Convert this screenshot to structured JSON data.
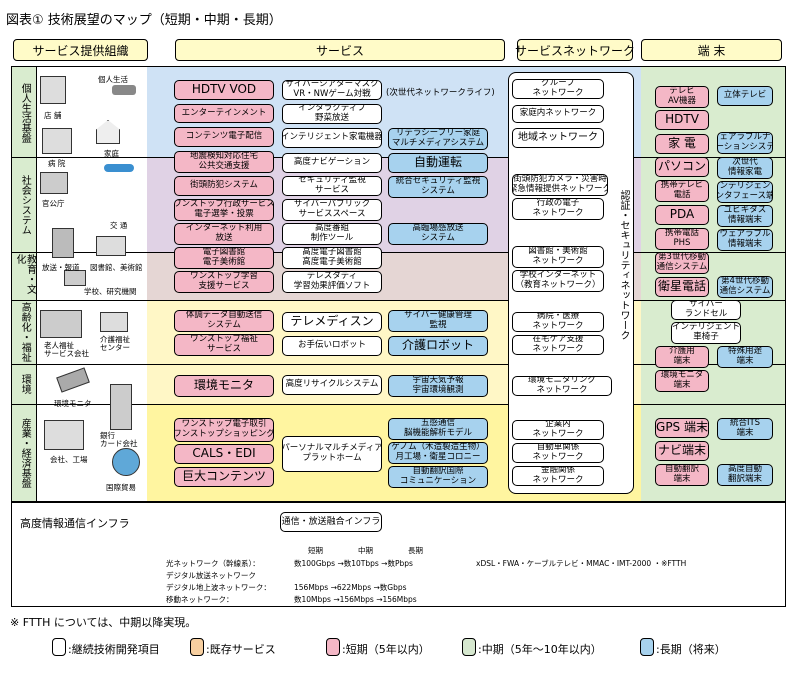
{
  "title": "図表① 技術展望のマップ（短期・中期・長期）",
  "headers": {
    "provider": "サービス提供組織",
    "services": "サービス",
    "network": "サービスネットワーク",
    "terminals": "端 末"
  },
  "rows": {
    "life": "個人生活基盤",
    "society": "社会システム",
    "education": "教育・文化",
    "aging": "高齢化・福祉",
    "env": "環境",
    "industry": "産業・経済基盤"
  },
  "providers": {
    "individual": "個人生活",
    "shop": "店 舗",
    "home": "家庭",
    "hospital": "病 院",
    "government": "官公庁",
    "traffic": "交 通",
    "broadcast": "放送・報道",
    "library": "図書館、美術館",
    "school": "学校、研究機関",
    "care_facility": "老人福祉\nサービス会社",
    "care_center": "介護福祉\nセンター",
    "env_monitor": "環境モニタ",
    "bank": "銀行\nカード会社",
    "company": "会社、工場",
    "international": "国際貿易"
  },
  "services": {
    "hdtv_vod": "HDTV VOD",
    "cyber_theater": "サイバーシアターマスク\nVR・NWゲーム対戦",
    "next_life": "(次世代ネットワークライフ)",
    "entertainment": "エンターテインメント",
    "interactive": "インタラクティブ\n野菜放送",
    "content_delivery": "コンテンツ電子配信",
    "intelligent_home": "インテリジェント家電機器",
    "barrier_free": "リテラシーフリー家庭\nマルチメディアシステム",
    "earthquake": "地震検知対応住宅\n公共交通支援",
    "advanced_nav": "高度ナビゲーション",
    "auto_drive": "自動運転",
    "street_info": "街頭防犯システム",
    "security_monitor": "セキュリティ監視\nサービス",
    "integrated_security": "統合セキュリティ監視\nシステム",
    "one_stop_admin": "ワンストップ行政サービス\n電子選挙・投票",
    "cyber_public": "サイバーパブリック\nサービススペース",
    "internet_broadcast": "インターネット利用\n放送",
    "hq_broadcast": "高度番組\n制作ツール",
    "hq_field": "高臨場感放送\nシステム",
    "e_library": "電子図書館\n電子美術館",
    "hq_e_library": "高度電子図書館\n高度電子美術館",
    "one_stop_learning": "ワンストップ学習\n支援サービス",
    "telestudy": "テレスタディ\n学習効果評価ソフト",
    "data_auto": "体調データ自動送信\nシステム",
    "telemedicine": "テレメディスン",
    "cyber_health": "サイバー健康管理\n監視",
    "one_stop_welfare": "ワンストップ福祉\nサービス",
    "helper_robot": "お手伝いロボット",
    "care_robot": "介護ロボット",
    "env_monitor_svc": "環境モニタ",
    "recycle": "高度リサイクルシステム",
    "space_obs": "宇宙天気予報\n宇宙環境観測",
    "one_stop_shop": "ワンストップ電子取引\nワンストップショッピング",
    "cals": "CALS・EDI",
    "personal_mm": "パーソナルマルチメディア\nプラットホーム",
    "five_senses": "五感通信\n脳機能解析モデル",
    "genome": "ゲノム（木造製造生物）\n月工場・衛星コロニー",
    "giant_content": "巨大コンテンツ",
    "auto_translate": "自動翻訳国際\nコミュニケーション"
  },
  "networks": {
    "group": "グループ\nネットワーク",
    "home_nw": "家庭内ネットワーク",
    "regional": "地域ネットワーク",
    "street_camera": "街頭防犯カメラ・災害時\n緊急情報提供ネットワーク",
    "admin_nw": "行政の電子\nネットワーク",
    "library_nw": "図書館・美術館\nネットワーク",
    "school_nw": "学校インターネット\n（教育ネットワーク）",
    "hospital_nw": "病院・医療\nネットワーク",
    "home_care_nw": "在宅ケア支援\nネットワーク",
    "env_nw": "環境モニタリング\nネットワーク",
    "corp_nw": "企業内\nネットワーク",
    "auto_nw": "自動車関係\nネットワーク",
    "finance_nw": "金融関係\nネットワーク",
    "auth": "認証・セキュリティネットワーク"
  },
  "terminals": {
    "tv_av": "テレビ\nAV機器",
    "stereo_tv": "立体テレビ",
    "hdtv": "HDTV",
    "home_appl": "家 電",
    "wearable": "ウェアラブルナビ\nゲーションシステム",
    "pc": "パソコン",
    "next_info": "次世代\n情報家電",
    "mobile_tv": "携帯テレビ\n電話",
    "intelligent_interface": "インテリジェント\nインタフェース端末",
    "pda": "PDA",
    "ubiquitous": "ユビキタス\n情報端末",
    "mobile_phs": "携帯電話\nPHS",
    "wearable_info": "ウェアラブル\n情報端末",
    "third_gen": "第3世代移動\n通信システム",
    "fourth_gen": "第4世代移動\n通信システム",
    "satellite": "衛星電話",
    "cyber_ransel": "サイバー\nランドセル",
    "intelligent_wheelchair": "インテリジェント\n車椅子",
    "care_terminal": "介護用\n端末",
    "special_care": "特殊用途\n端末",
    "env_terminal": "環境モニタ\n端末",
    "gps": "GPS 端末",
    "its": "統合ITS\n端末",
    "navi": "ナビ端末",
    "auto_trans_term": "自動翻訳\n端末",
    "advanced_auto_trans": "高度自動\n翻訳端末"
  },
  "infra": {
    "label": "高度情報通信インフラ",
    "fusion": "通信・放送融合インフラ",
    "col_short": "短期",
    "col_mid": "中期",
    "col_long": "長期",
    "optical": "光ネットワーク（幹線系）：",
    "optical_val": "数100Gbps →数10Tbps →数Pbps",
    "digital_broadcast": "デジタル放送ネットワーク",
    "digital_terrestrial": "デジタル地上波ネットワーク：",
    "digital_terrestrial_val": "156Mbps →622Mbps →数Gbps",
    "mobile": "移動ネットワーク：",
    "mobile_val": "数10Mbps →156Mbps →156Mbps",
    "access": "xDSL・FWA・ケーブルテレビ・MMAC・IMT-2000 ・※FTTH"
  },
  "note": "※ FTTH については、中期以降実現。",
  "legend": [
    {
      "label": ":継続技術開発項目",
      "color": "#ffffff"
    },
    {
      "label": ":既存サービス",
      "color": "#f7cfa0"
    },
    {
      "label": ":短期（5年以内）",
      "color": "#f4b7c6"
    },
    {
      "label": ":中期（5年〜10年以内）",
      "color": "#d6e8cf"
    },
    {
      "label": ":長期（将来）",
      "color": "#a7d2ee"
    }
  ]
}
